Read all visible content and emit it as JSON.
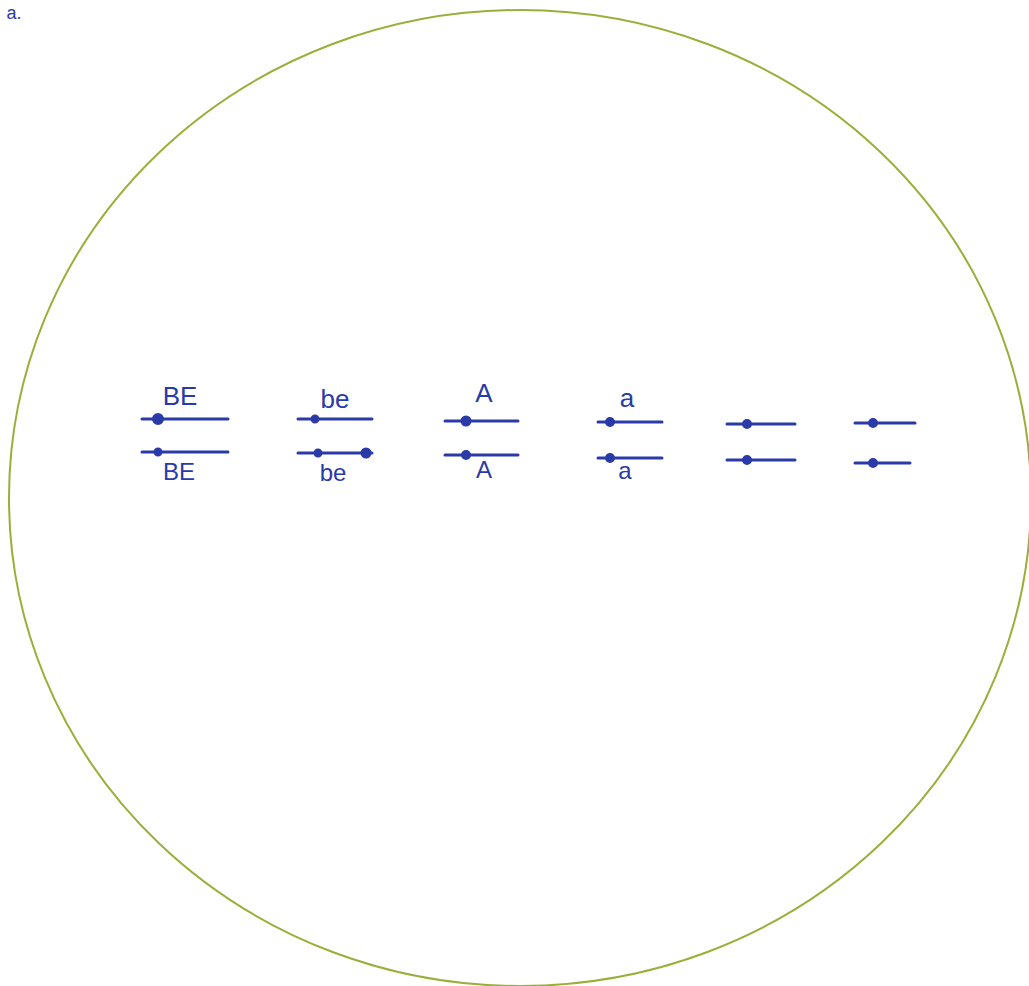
{
  "diagram": {
    "labels": [
      "a.",
      "BE",
      "BE",
      "be",
      "be",
      "A",
      "A",
      "a",
      "a"
    ]
  }
}
